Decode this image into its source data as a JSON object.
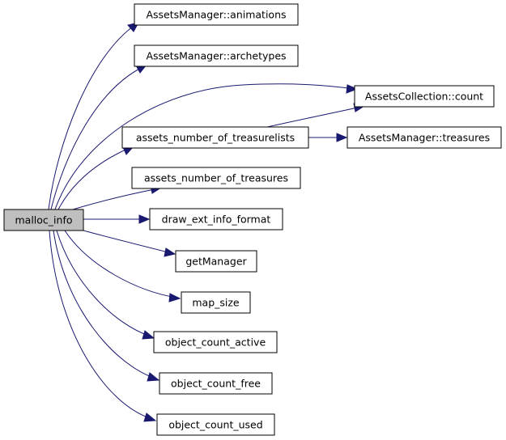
{
  "diagram": {
    "colors": {
      "root_fill": "#bfbfbf",
      "node_fill": "#ffffff",
      "node_border": "#000000",
      "edge": "#191970"
    },
    "root": "malloc_info",
    "nodes": {
      "malloc_info": "malloc_info",
      "animations": "AssetsManager::animations",
      "archetypes": "AssetsManager::archetypes",
      "collection_count": "AssetsCollection::count",
      "treasurelists": "assets_number_of_treasurelists",
      "treasures_mgr": "AssetsManager::treasures",
      "num_treasures": "assets_number_of_treasures",
      "draw_ext": "draw_ext_info_format",
      "get_manager": "getManager",
      "map_size": "map_size",
      "obj_active": "object_count_active",
      "obj_free": "object_count_free",
      "obj_used": "object_count_used"
    },
    "edges": [
      [
        "malloc_info",
        "animations"
      ],
      [
        "malloc_info",
        "archetypes"
      ],
      [
        "malloc_info",
        "collection_count"
      ],
      [
        "malloc_info",
        "treasurelists"
      ],
      [
        "malloc_info",
        "num_treasures"
      ],
      [
        "malloc_info",
        "draw_ext"
      ],
      [
        "malloc_info",
        "get_manager"
      ],
      [
        "malloc_info",
        "map_size"
      ],
      [
        "malloc_info",
        "obj_active"
      ],
      [
        "malloc_info",
        "obj_free"
      ],
      [
        "malloc_info",
        "obj_used"
      ],
      [
        "treasurelists",
        "collection_count"
      ],
      [
        "treasurelists",
        "treasures_mgr"
      ]
    ]
  }
}
